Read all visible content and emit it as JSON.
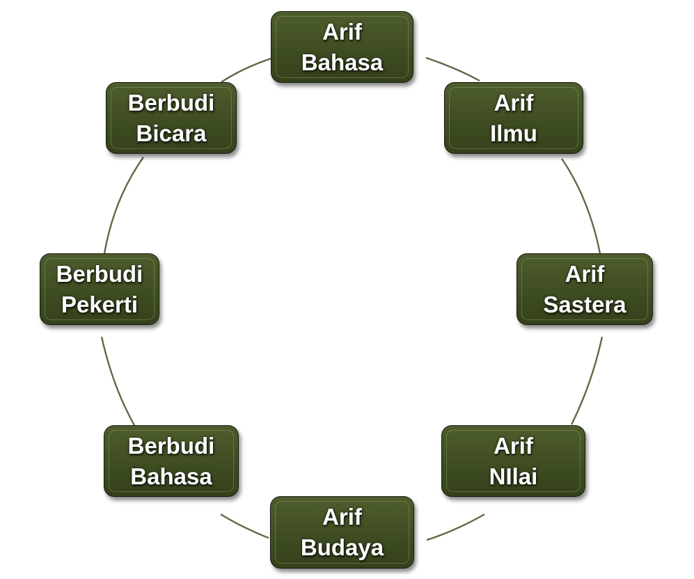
{
  "nodes": [
    {
      "id": "arif-bahasa",
      "label": "Arif\nBahasa"
    },
    {
      "id": "arif-ilmu",
      "label": "Arif\nIlmu"
    },
    {
      "id": "arif-sastera",
      "label": "Arif\nSastera"
    },
    {
      "id": "arif-nilai",
      "label": "Arif\nNIlai"
    },
    {
      "id": "arif-budaya",
      "label": "Arif\nBudaya"
    },
    {
      "id": "berbudi-bahasa",
      "label": "Berbudi\nBahasa"
    },
    {
      "id": "berbudi-pekerti",
      "label": "Berbudi Pekerti"
    },
    {
      "id": "berbudi-bicara",
      "label": "Berbudi\nBicara"
    }
  ],
  "colors": {
    "node_fill": "#434f25",
    "node_border": "#141910",
    "connector": "#5f6a48",
    "text": "#ffffff"
  }
}
